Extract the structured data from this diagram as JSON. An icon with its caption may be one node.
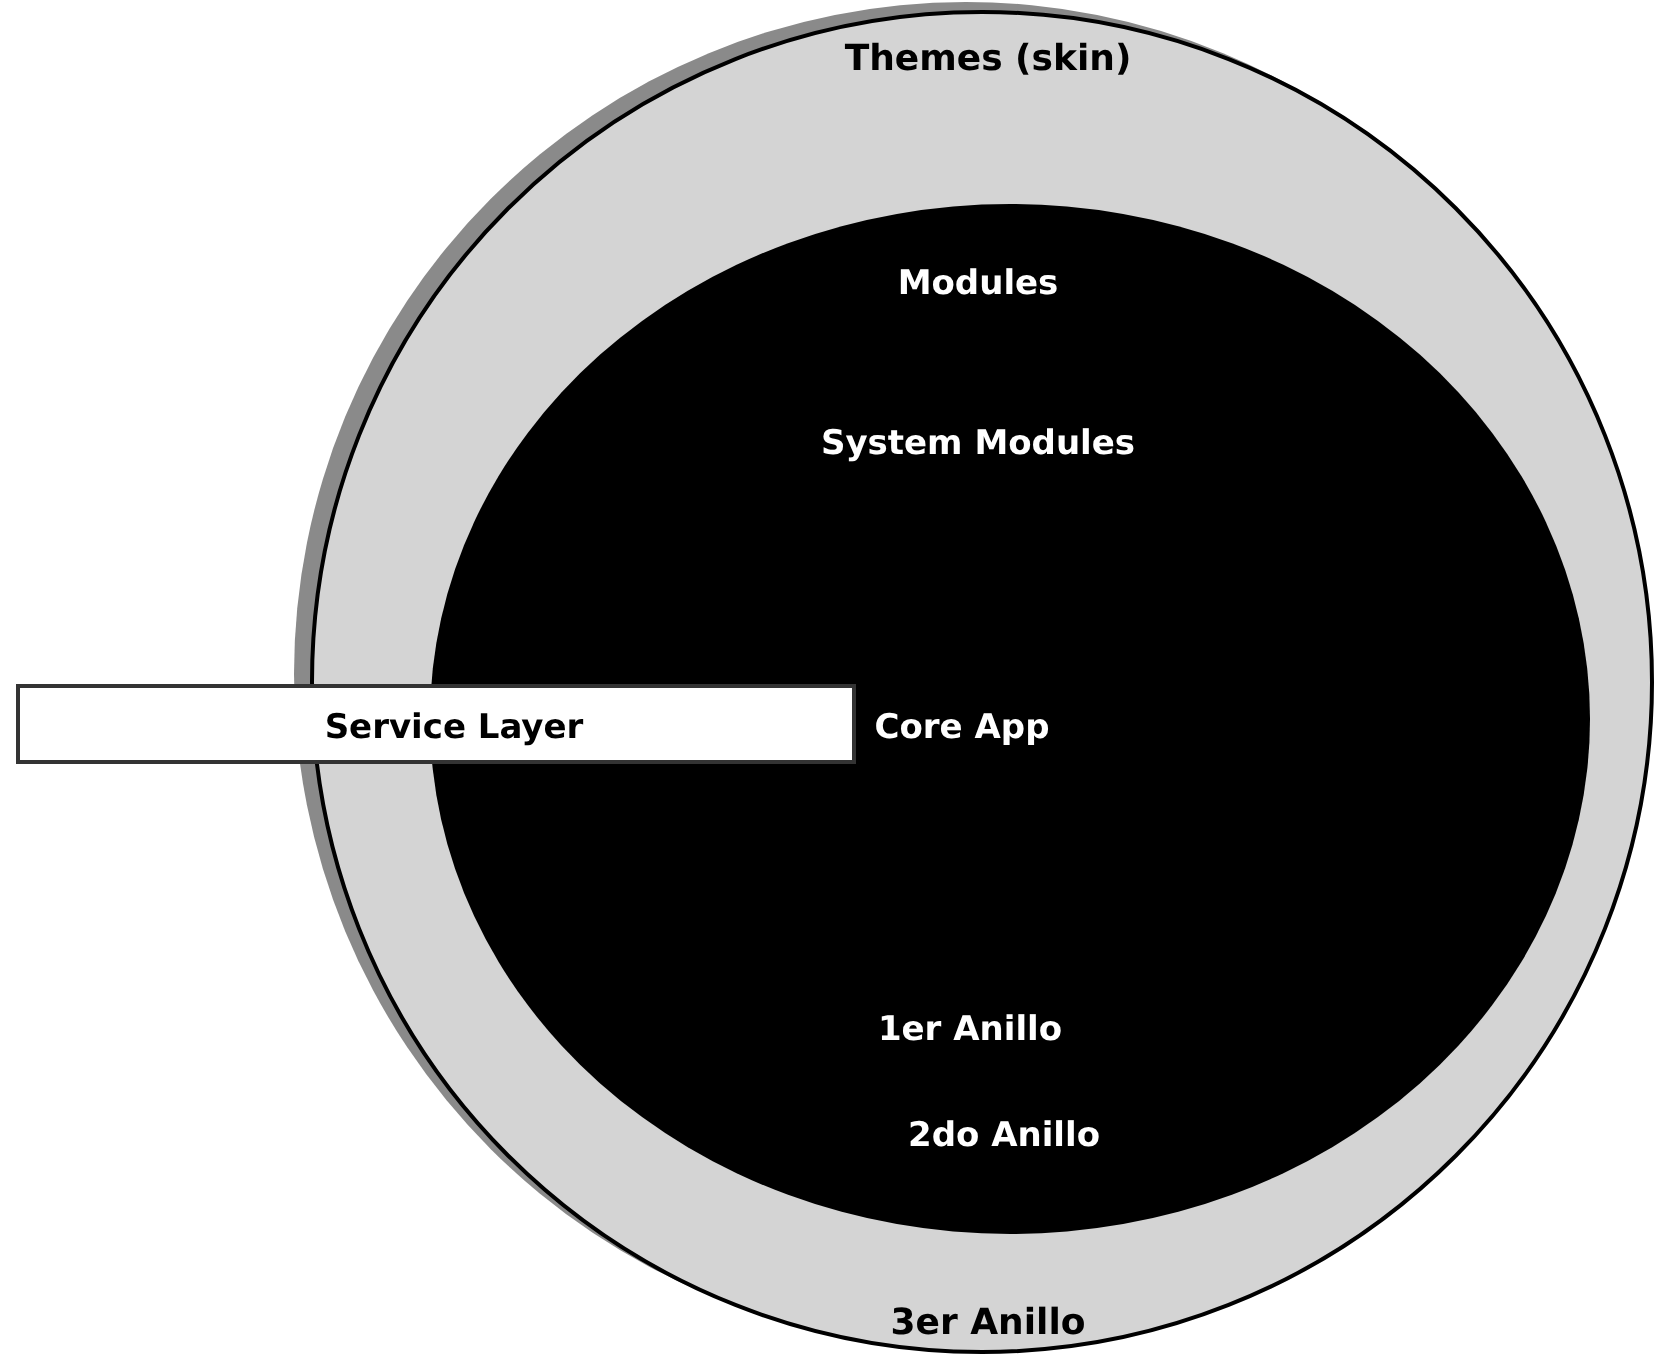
{
  "diagram": {
    "nodes": [
      {
        "text": [
          "Themes (skin)",
          "3er Anillo"
        ]
      },
      {
        "text": [
          "Modules",
          "2do Anillo"
        ],
        "in": 0
      },
      {
        "text": [
          "System Modules",
          "1er Anillo"
        ],
        "in": 1
      },
      {
        "text": [
          "Core App"
        ],
        "in": 2
      },
      {
        "text": [
          "Service Layer"
        ]
      }
    ],
    "edges": []
  }
}
